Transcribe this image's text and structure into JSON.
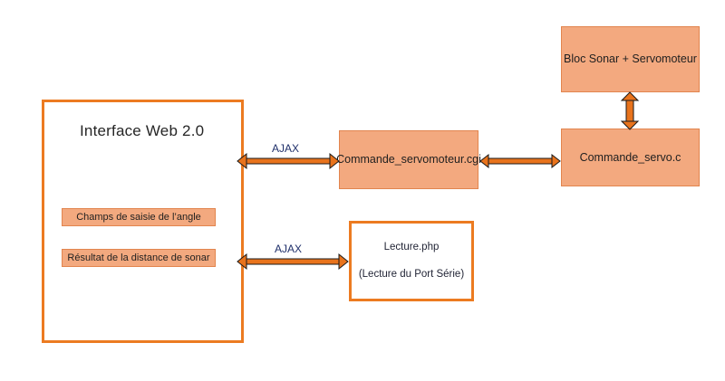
{
  "diagram": {
    "title_text": "Interface Web 2.0",
    "accent_orange": "#EC7B21",
    "fill_salmon": "#F3A97F",
    "border_salmon": "#E2854E",
    "label_navy": "#20306b",
    "background": "#ffffff",
    "interface_panel": {
      "name": "Interface Web 2.0",
      "controls": [
        {
          "label": "Champs de saisie de l’angle"
        },
        {
          "label": "Résultat de la distance de sonar"
        }
      ]
    },
    "nodes": [
      {
        "id": "cgi",
        "label": "Commande_servomoteur.cgi"
      },
      {
        "id": "servo_c",
        "label": "Commande_servo.c"
      },
      {
        "id": "bloc_sonar",
        "label": "Bloc Sonar + Servomoteur"
      }
    ],
    "lecture_node": {
      "line1": "Lecture.php",
      "line2": "(Lecture du Port Série)"
    },
    "connectors": [
      {
        "id": "ajax-top",
        "label": "AJAX",
        "style": "double-arrow-horizontal"
      },
      {
        "id": "ajax-bottom",
        "label": "AJAX",
        "style": "double-arrow-horizontal"
      },
      {
        "id": "cgi-to-servo",
        "label": "",
        "style": "double-arrow-horizontal"
      },
      {
        "id": "servo-to-sonar",
        "label": "",
        "style": "double-arrow-vertical"
      }
    ]
  }
}
